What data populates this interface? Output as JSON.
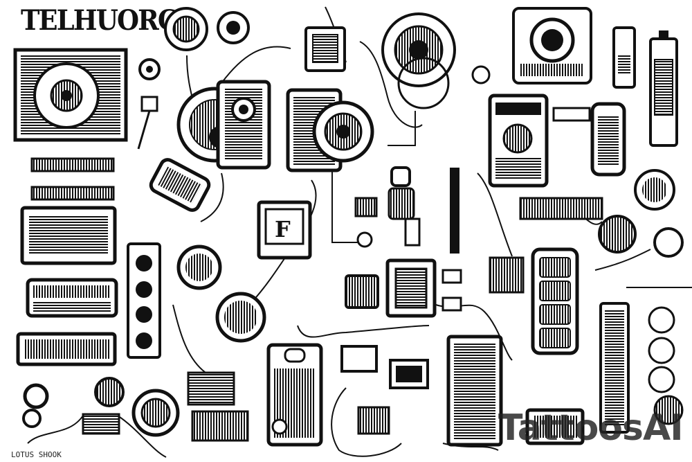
{
  "title": "TELHUORGY",
  "watermark": "TattoosAI",
  "footer_caption": "LOTUS SHOOK",
  "colors": {
    "ink": "#111111",
    "paper": "#ffffff",
    "mid": "#bdbdbd"
  },
  "icons": [
    "circuit-board-icon",
    "gauge-icon",
    "camera-lens-icon",
    "watch-icon",
    "camera-icon",
    "battery-icon",
    "fan-unit-icon",
    "robot-face-icon",
    "speaker-icon",
    "phone-handset-icon",
    "radio-icon",
    "meter-icon",
    "disc-icon",
    "cassette-icon",
    "remote-control-icon",
    "server-rack-icon",
    "processor-chip-icon",
    "plug-icon",
    "cable-icon",
    "gear-icon",
    "tablet-icon",
    "vent-grille-icon"
  ]
}
